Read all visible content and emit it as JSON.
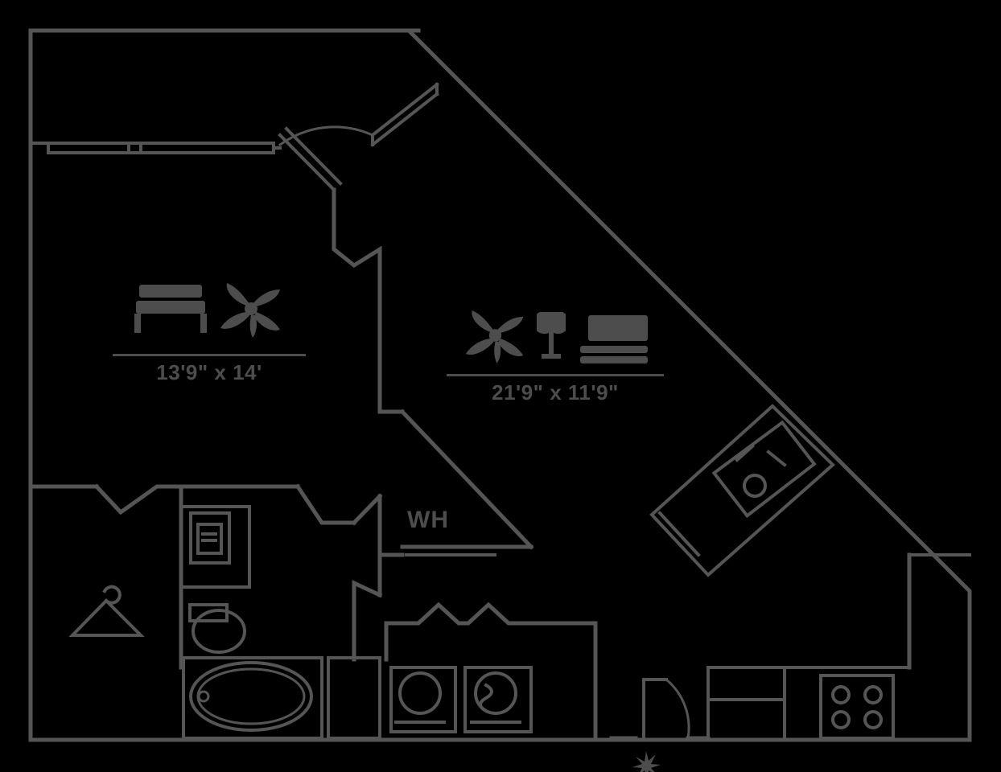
{
  "plan": {
    "background_color": "#000000",
    "line_color": "#555555",
    "label_color": "#4d4d4d",
    "title": "Apartment floor plan"
  },
  "rooms": [
    {
      "id": "bedroom",
      "dimensions": "13'9\" x 14'",
      "icons": [
        "bed-icon",
        "ceiling-fan-icon"
      ]
    },
    {
      "id": "living-dining",
      "dimensions": "21'9\" x 11'9\"",
      "icons": [
        "ceiling-fan-icon",
        "wine-glass-icon",
        "tv-icon"
      ]
    }
  ],
  "annotations": [
    {
      "id": "water-heater",
      "text": "WH"
    }
  ],
  "fixtures": [
    {
      "name": "closet-hanger-icon"
    },
    {
      "name": "vanity-mirror-icon"
    },
    {
      "name": "toilet-icon"
    },
    {
      "name": "bathtub-icon"
    },
    {
      "name": "washer-icon"
    },
    {
      "name": "dryer-icon"
    },
    {
      "name": "kitchen-island-sink-icon"
    },
    {
      "name": "cooktop-range-icon"
    },
    {
      "name": "entry-door-icon"
    },
    {
      "name": "balcony-door-icon"
    },
    {
      "name": "window-icon"
    },
    {
      "name": "compass-north-icon"
    }
  ]
}
